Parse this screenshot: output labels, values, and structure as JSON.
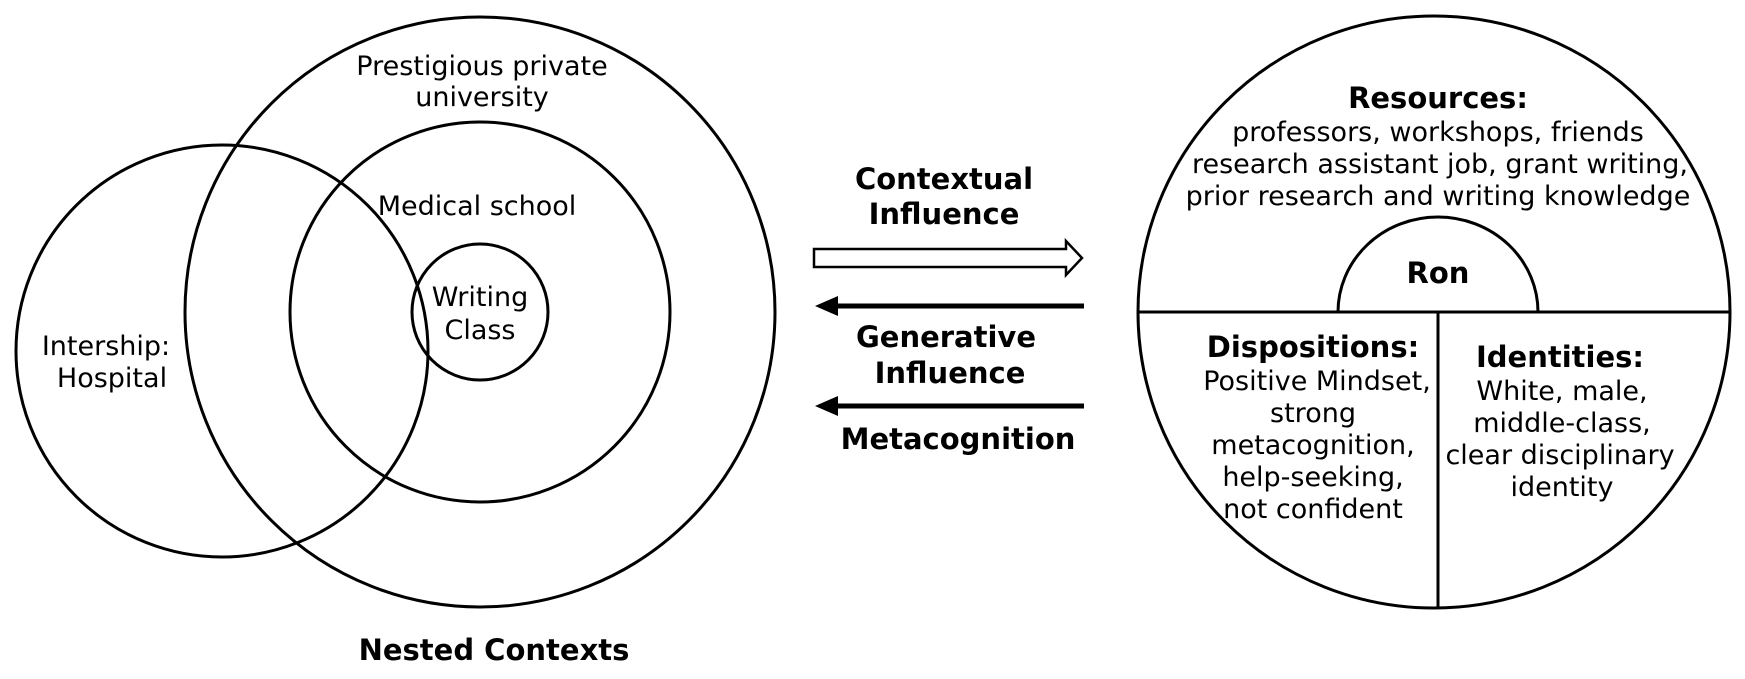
{
  "nested_contexts": {
    "caption": "Nested Contexts",
    "university": [
      "Prestigious private",
      "university"
    ],
    "medical_school": "Medical school",
    "writing_class": [
      "Writing",
      "Class"
    ],
    "internship": [
      "Intership:",
      "Hospital"
    ]
  },
  "influences": {
    "contextual": [
      "Contextual",
      "Influence"
    ],
    "generative": [
      "Generative",
      "Influence"
    ],
    "metacognition": "Metacognition"
  },
  "person": {
    "name": "Ron",
    "resources": {
      "heading": "Resources:",
      "lines": [
        "professors, workshops, friends",
        "research assistant job, grant writing,",
        "prior research and writing knowledge"
      ]
    },
    "dispositions": {
      "heading": "Dispositions:",
      "lines": [
        "Positive Mindset,",
        "strong",
        "metacognition,",
        "help-seeking,",
        "not confident"
      ]
    },
    "identities": {
      "heading": "Identities:",
      "lines": [
        "White, male,",
        "middle-class,",
        "clear disciplinary",
        "identity"
      ]
    }
  }
}
